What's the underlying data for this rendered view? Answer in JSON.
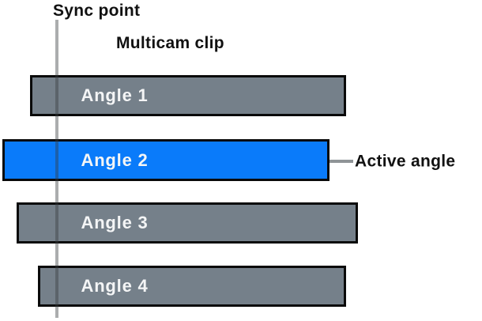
{
  "figure": {
    "sync_point_label": "Sync point",
    "clip_title": "Multicam clip",
    "active_angle_label": "Active angle",
    "angles": [
      {
        "label": "Angle 1",
        "active": false
      },
      {
        "label": "Angle 2",
        "active": true
      },
      {
        "label": "Angle 3",
        "active": false
      },
      {
        "label": "Angle 4",
        "active": false
      }
    ]
  },
  "colors": {
    "active_blue": "#0a7bfa",
    "bar_gray": "#75808a",
    "border_black": "#0a0a0a",
    "label_white": "#f4f5f6",
    "connector_gray": "#8f9497",
    "line_overlay": "rgba(55,60,63,0.42)"
  }
}
